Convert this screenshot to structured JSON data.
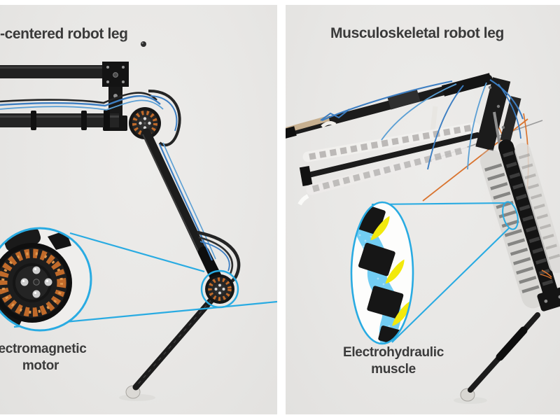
{
  "panels": {
    "left": {
      "title": "-centered robot leg",
      "callout_label": {
        "line1": "lectromagnetic",
        "line2": "motor"
      }
    },
    "right": {
      "title": "Musculoskeletal robot leg",
      "callout_label": {
        "line1": "Electrohydraulic",
        "line2": "muscle"
      }
    }
  },
  "colors": {
    "panel_background": "#e9e8e6",
    "callout_blue": "#29abe2",
    "title_text": "#3a3a3a",
    "muscle_blue": "#72cdf3",
    "muscle_yellow": "#f2e90c",
    "electrode_black": "#161616",
    "copper_winding": "#c06a2a",
    "carbon_black": "#1c1c1c"
  }
}
